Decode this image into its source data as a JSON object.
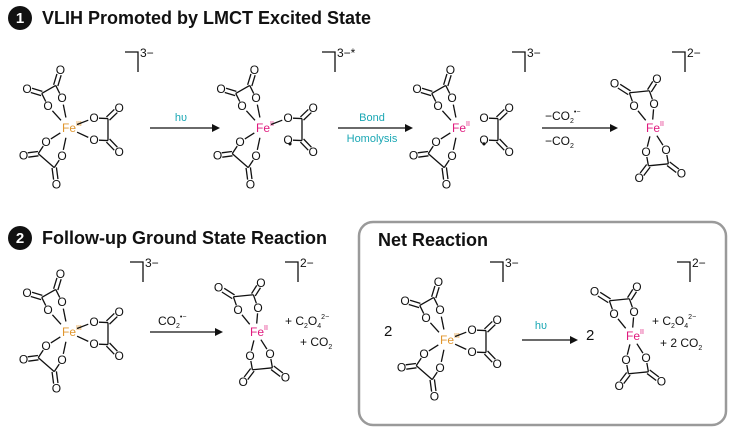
{
  "section1": {
    "number": "1",
    "title": "VLIH Promoted by LMCT Excited State"
  },
  "section2": {
    "number": "2",
    "title": "Follow-up Ground State Reaction"
  },
  "net": {
    "title": "Net Reaction",
    "coef_left": "2",
    "coef_right": "2"
  },
  "atoms": {
    "oxygen": "O",
    "iron": "Fe",
    "ox_iii": "III",
    "ox_ii": "II",
    "radical": "•"
  },
  "charges": {
    "minus3": "3−",
    "minus3_star": "3−*",
    "minus2": "2−"
  },
  "arrows": {
    "hv": "hυ",
    "bond": "Bond",
    "homolysis": "Homolysis",
    "co2_radical_anion": "−CO2•−",
    "minus_co2": "−CO2",
    "co2_radical_reagent": "CO2•−"
  },
  "products": {
    "oxalate": "+ C2O42−",
    "co2": "+ CO2",
    "two_co2": "+ 2 CO2"
  },
  "colors": {
    "fe_iii": "#e0962e",
    "fe_ii": "#e0197d",
    "condition": "#1aa7b4",
    "box_border": "#9a9a9a"
  }
}
